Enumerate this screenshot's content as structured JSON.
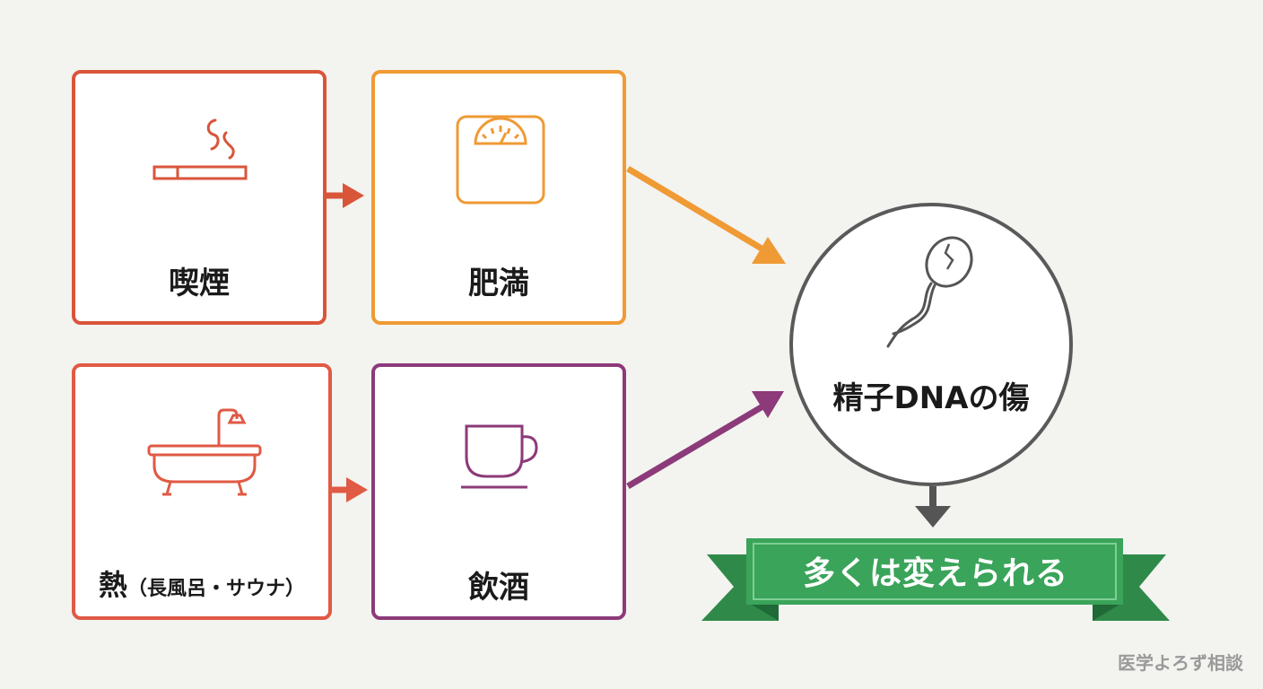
{
  "factors": {
    "smoking": {
      "label": "喫煙",
      "icon": "cigarette-icon",
      "color": "#d9553a"
    },
    "obesity": {
      "label": "肥満",
      "icon": "weighing-scale-icon",
      "color": "#ef9a35"
    },
    "heat": {
      "label": "熱",
      "sublabel": "（長風呂・サウナ）",
      "icon": "bathtub-icon",
      "color": "#e05a44"
    },
    "alcohol": {
      "label": "飲酒",
      "icon": "cup-icon",
      "color": "#8c3a7a"
    }
  },
  "result": {
    "label": "精子DNAの傷",
    "icon": "sperm-icon",
    "color": "#5a5a5a"
  },
  "conclusion": {
    "label": "多くは変えられる",
    "color": "#3aa45a"
  },
  "watermark": "医学よろず相談"
}
